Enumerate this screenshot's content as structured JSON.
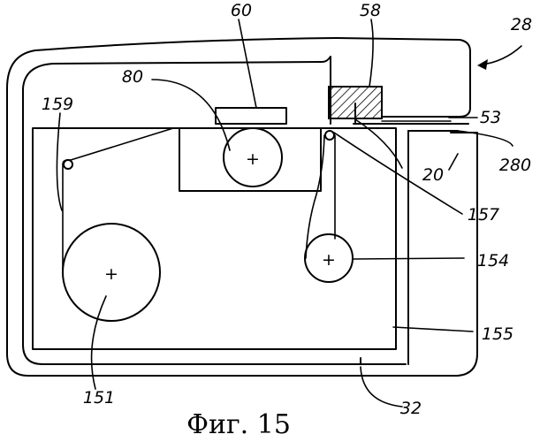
{
  "labels": {
    "r60": "60",
    "r58": "58",
    "r28": "28",
    "r80": "80",
    "r159": "159",
    "r53": "53",
    "r280": "280",
    "r20": "20",
    "r157": "157",
    "r154": "154",
    "r155": "155",
    "r151": "151",
    "r32": "32"
  },
  "caption": "Фиг. 15"
}
